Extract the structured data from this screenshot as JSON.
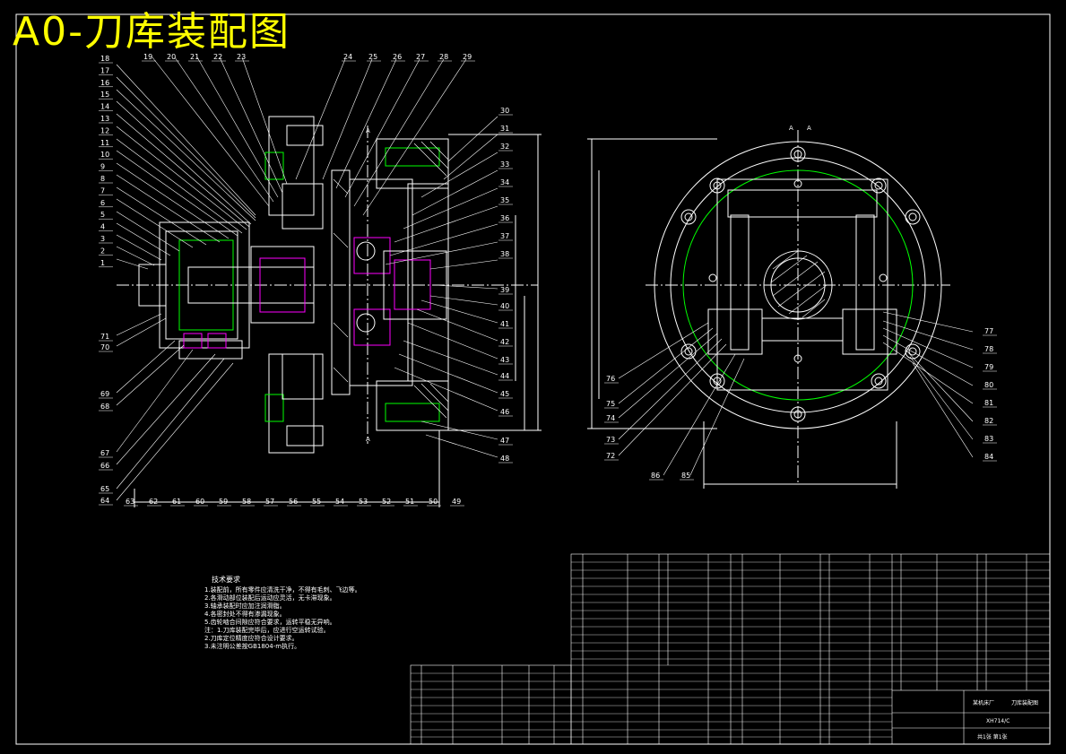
{
  "title": "A0-刀库装配图",
  "left_view": {
    "labels_top": [
      "19",
      "20",
      "21",
      "22",
      "23",
      "24",
      "25",
      "26",
      "27",
      "28",
      "29"
    ],
    "labels_left": [
      "18",
      "17",
      "16",
      "15",
      "14",
      "13",
      "12",
      "11",
      "10",
      "9",
      "8",
      "7",
      "6",
      "5",
      "4",
      "3",
      "2",
      "1"
    ],
    "labels_right": [
      "30",
      "31",
      "32",
      "33",
      "34",
      "35",
      "36",
      "37",
      "38",
      "39",
      "40",
      "41",
      "42",
      "43",
      "44",
      "45",
      "46",
      "47",
      "48"
    ],
    "labels_left_low": [
      "71",
      "70",
      "69",
      "68",
      "67",
      "66",
      "65",
      "64"
    ],
    "labels_bottom": [
      "63",
      "62",
      "61",
      "60",
      "59",
      "58",
      "57",
      "56",
      "55",
      "54",
      "53",
      "52",
      "51",
      "50",
      "49"
    ],
    "section_mark": "A"
  },
  "right_view": {
    "labels_right": [
      "77",
      "78",
      "79",
      "80",
      "81",
      "82",
      "83",
      "84"
    ],
    "labels_left": [
      "76",
      "75",
      "74",
      "73",
      "72"
    ],
    "labels_bottom": [
      "86",
      "85"
    ],
    "section_marks": [
      "A",
      "A"
    ]
  },
  "notes": {
    "heading": "技术要求",
    "lines": [
      "1.装配前，所有零件应清洗干净，不得有毛刺、飞边等。",
      "2.各滑动部位装配后运动应灵活，无卡滞现象。",
      "3.轴承装配时应加注润滑脂。",
      "4.各密封处不得有渗漏现象。",
      "5.齿轮啮合间隙应符合要求，运转平稳无异响。",
      "",
      "注：1.刀库装配完毕后，应进行空运转试验。",
      "    2.刀库定位精度应符合设计要求。",
      "    3.未注明公差按GB1804-m执行。"
    ]
  },
  "title_block": {
    "company": "某机床厂",
    "drawing_name": "刀库装配图",
    "drawing_no": "XH714/C",
    "sheet": "共1张 第1张"
  }
}
